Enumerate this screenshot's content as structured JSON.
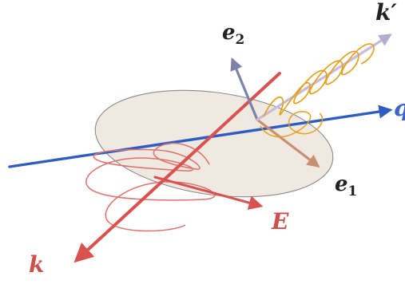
{
  "labels": {
    "k_prime": "k′",
    "e2_base": "e",
    "e2_sub": "2",
    "q": "q",
    "e1_base": "e",
    "e1_sub": "1",
    "E": "E",
    "k": "k"
  },
  "colors": {
    "incident_red": "#d9524f",
    "q_blue": "#2f5cc0",
    "scattered_gold": "#e6a020",
    "e1_brown": "#c89070",
    "e2_slate": "#7d83a8",
    "kprime_lavender": "#c8bcd8",
    "disk_fill": "#ede5dd",
    "label_dark": "#222222"
  },
  "icons": {
    "k_vector": "arrow-icon",
    "q_vector": "arrow-icon",
    "k_prime_vector": "arrow-icon",
    "E_vector": "arrow-icon",
    "e1_vector": "arrow-icon",
    "e2_vector": "arrow-icon",
    "incident_wave": "helix-wave-icon",
    "scattered_wave": "helix-wave-icon"
  }
}
